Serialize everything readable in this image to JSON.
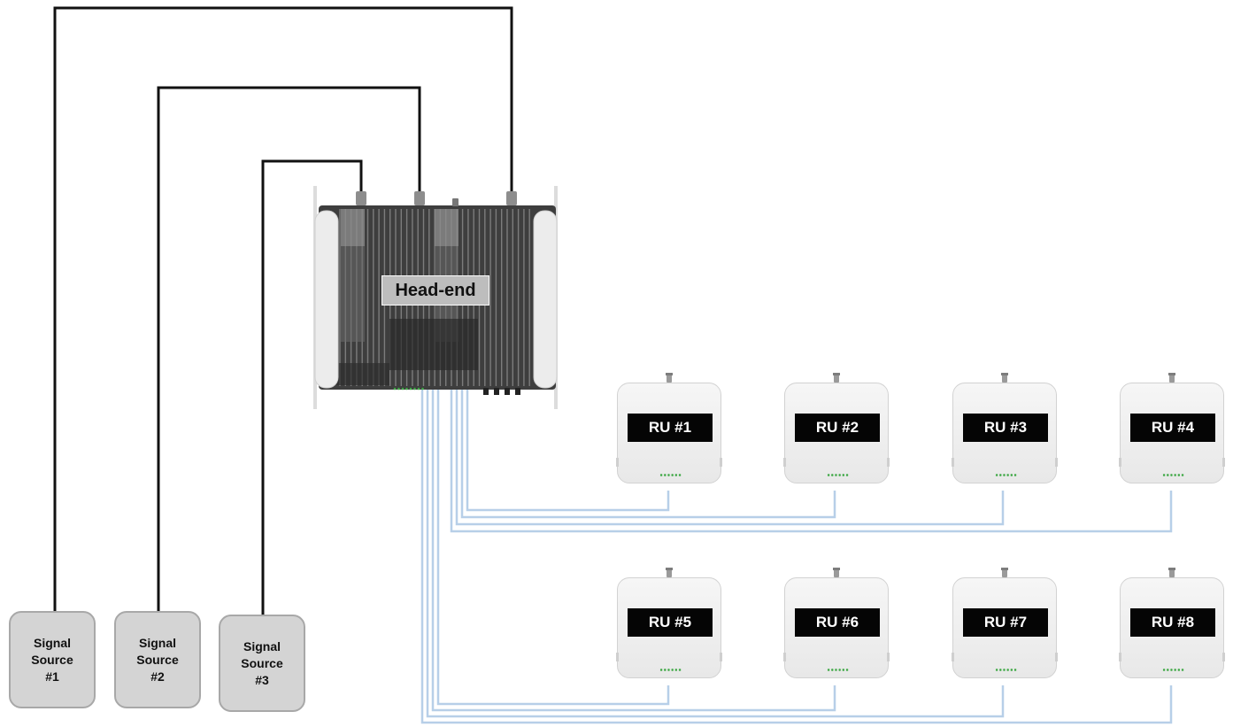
{
  "headend": {
    "label": "Head-end"
  },
  "signal_sources": [
    {
      "line1": "Signal",
      "line2": "Source",
      "line3": "#1"
    },
    {
      "line1": "Signal",
      "line2": "Source",
      "line3": "#2"
    },
    {
      "line1": "Signal",
      "line2": "Source",
      "line3": "#3"
    }
  ],
  "remote_units": [
    {
      "label": "RU #1"
    },
    {
      "label": "RU #2"
    },
    {
      "label": "RU #3"
    },
    {
      "label": "RU #4"
    },
    {
      "label": "RU #5"
    },
    {
      "label": "RU #6"
    },
    {
      "label": "RU #7"
    },
    {
      "label": "RU #8"
    }
  ],
  "colors": {
    "coax_cable": "#111111",
    "fiber_cable": "#b7cfe8",
    "ru_display": "#050505",
    "source_box": "#d4d4d4",
    "led": "#3ea845"
  }
}
